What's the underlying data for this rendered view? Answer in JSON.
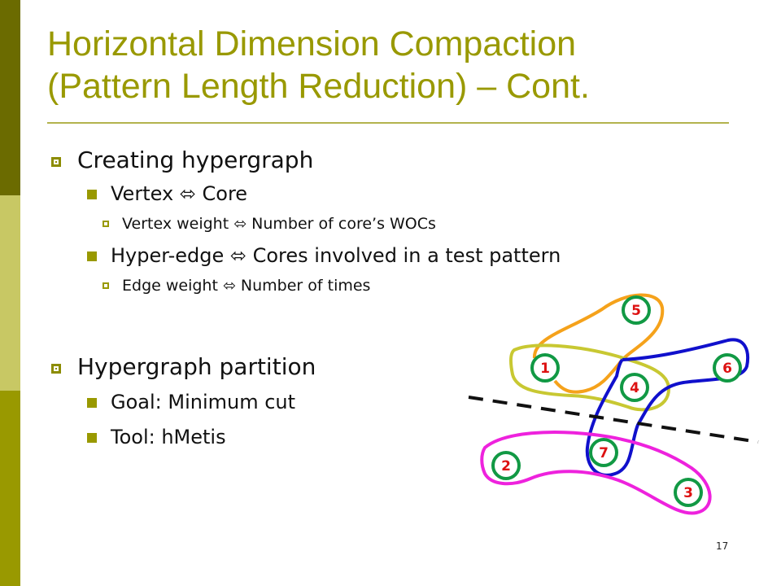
{
  "slide": {
    "title_line1": "Horizontal Dimension Compaction",
    "title_line2": "(Pattern Length Reduction) – Cont.",
    "page_number": "17",
    "colors": {
      "title": "#999900",
      "sidebar_dark": "#6b6b00",
      "sidebar_light": "#c8c864",
      "sidebar_mid": "#999900",
      "node_fill": "#ffffff",
      "node_stroke": "#119944",
      "node_label": "#dd1111",
      "edge_orange": "#f5a21b",
      "edge_yellow": "#c8c832",
      "edge_blue": "#1010cc",
      "edge_magenta": "#ee22dd",
      "cut_line": "#111111"
    }
  },
  "bullets": {
    "creating": {
      "label": "Creating hypergraph",
      "vertex": "Vertex ⬄ Core",
      "vertex_weight": "Vertex weight ⬄ Number of core’s WOCs",
      "hyperedge": "Hyper-edge ⬄ Cores involved in a test pattern",
      "edge_weight": "Edge weight ⬄ Number of times"
    },
    "partition": {
      "label": "Hypergraph partition",
      "goal": "Goal: Minimum cut",
      "tool": "Tool: hMetis"
    }
  },
  "hypergraph": {
    "nodes": [
      "1",
      "2",
      "3",
      "4",
      "5",
      "6",
      "7"
    ]
  }
}
